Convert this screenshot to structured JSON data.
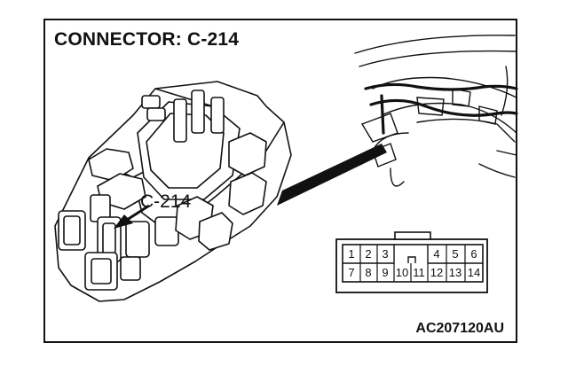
{
  "diagram": {
    "title": "CONNECTOR: C-214",
    "callout_label": "C-214",
    "figure_code": "AC207120AU",
    "pin_top_row": [
      "1",
      "2",
      "3",
      "",
      "",
      "4",
      "5",
      "6"
    ],
    "pin_bottom_row": [
      "7",
      "8",
      "9",
      "10",
      "11",
      "12",
      "13",
      "14"
    ],
    "line_color": "#111111",
    "background_color": "#ffffff"
  }
}
